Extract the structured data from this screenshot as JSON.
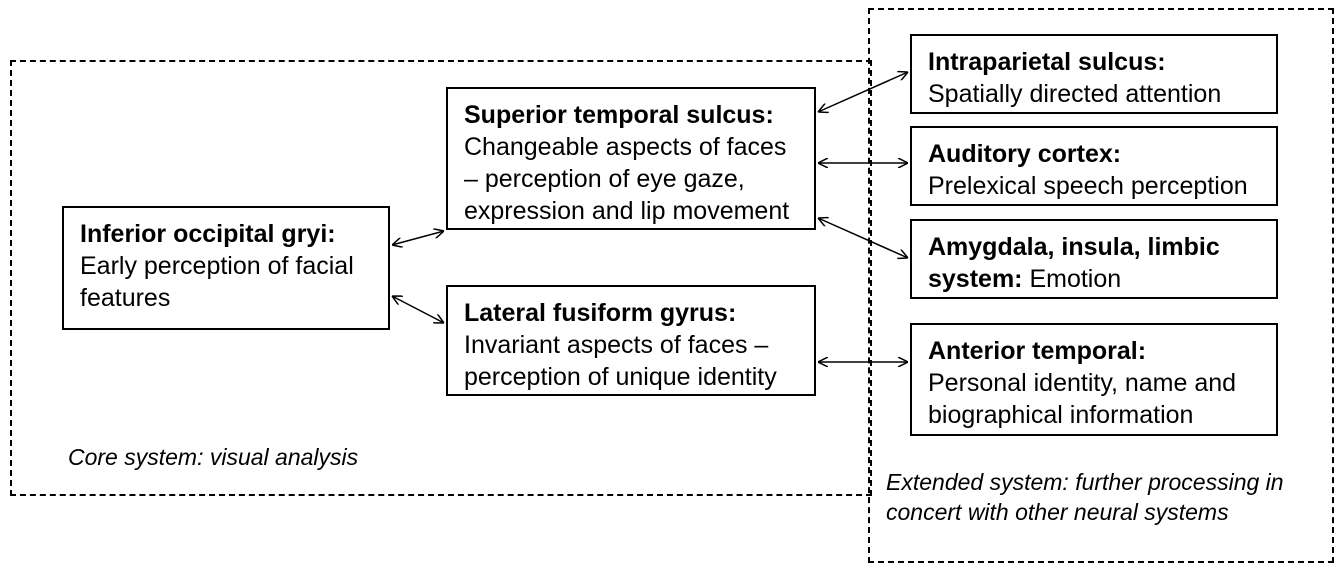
{
  "core_system": {
    "caption": "Core system: visual analysis",
    "boxes": [
      {
        "title": "Inferior occipital gryi:",
        "desc": "Early perception of facial features"
      },
      {
        "title": "Superior temporal sulcus:",
        "desc": "Changeable aspects of faces – perception of eye gaze, expression and lip movement"
      },
      {
        "title": "Lateral fusiform gyrus:",
        "desc": "Invariant aspects of faces – perception of unique identity"
      }
    ]
  },
  "extended_system": {
    "caption": "Extended system: further processing in concert with other neural systems",
    "boxes": [
      {
        "title": "Intraparietal sulcus:",
        "desc": "Spatially directed attention"
      },
      {
        "title": "Auditory cortex:",
        "desc": "Prelexical speech perception"
      },
      {
        "title": "Amygdala, insula, limbic system:",
        "desc": "Emotion"
      },
      {
        "title": "Anterior temporal:",
        "desc": "Personal identity, name and biographical information"
      }
    ]
  }
}
